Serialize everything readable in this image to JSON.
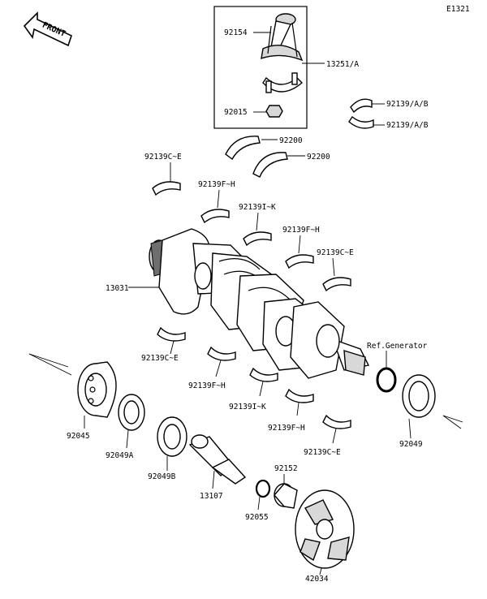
{
  "diagram_id": "E1321",
  "front_marker": "FRONT",
  "reference_note": "Ref.Generator",
  "parts": {
    "cap_bolt": "92154",
    "connecting_rod_assy": "13251/A",
    "rod_nut": "92015",
    "rod_bearing_upper": "92139/A/B",
    "rod_bearing_lower": "92139/A/B",
    "thrust_washer_upper": "92200",
    "thrust_washer_lower": "92200",
    "main_bearing_upper_left": "92139C~E",
    "main_bearing_upper_2": "92139F~H",
    "main_bearing_upper_3": "92139I~K",
    "main_bearing_upper_4": "92139F~H",
    "main_bearing_upper_right": "92139C~E",
    "crankshaft": "13031",
    "main_bearing_lower_left": "92139C~E",
    "main_bearing_lower_2": "92139F~H",
    "main_bearing_lower_3": "92139I~K",
    "main_bearing_lower_4": "92139F~H",
    "main_bearing_lower_right": "92139C~E",
    "oring_generator": "",
    "oil_seal_right": "92049",
    "ball_bearing": "92045",
    "oil_seal_a": "92049A",
    "oil_seal_b": "92049B",
    "coupling_shaft": "13107",
    "collar": "92152",
    "oring_small": "92055",
    "coupling": "42034"
  }
}
